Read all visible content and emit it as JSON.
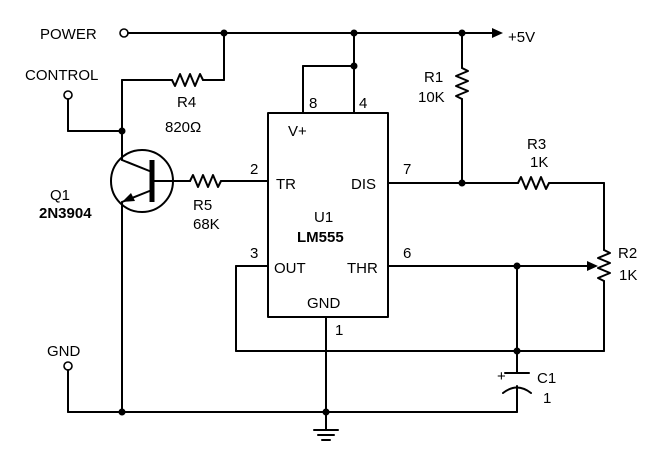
{
  "terminals": {
    "power": "POWER",
    "control": "CONTROL",
    "gnd": "GND",
    "supply": "+5V"
  },
  "ic": {
    "ref": "U1",
    "part": "LM555",
    "vplus": "V+",
    "tr": "TR",
    "dis": "DIS",
    "out": "OUT",
    "thr": "THR",
    "gnd": "GND"
  },
  "pins": {
    "p8": "8",
    "p4": "4",
    "p2": "2",
    "p7": "7",
    "p3": "3",
    "p6": "6",
    "p1": "1"
  },
  "components": {
    "r1": {
      "ref": "R1",
      "value": "10K"
    },
    "r2": {
      "ref": "R2",
      "value": "1K"
    },
    "r3": {
      "ref": "R3",
      "value": "1K"
    },
    "r4": {
      "ref": "R4",
      "value": "820Ω"
    },
    "r5": {
      "ref": "R5",
      "value": "68K"
    },
    "c1": {
      "ref": "C1",
      "value": "1",
      "polarity": "+"
    },
    "q1": {
      "ref": "Q1",
      "part": "2N3904"
    }
  },
  "icons": [
    "resistor-icon",
    "capacitor-icon",
    "npn-transistor-icon",
    "ground-icon",
    "arrow-right-icon",
    "terminal-icon"
  ]
}
